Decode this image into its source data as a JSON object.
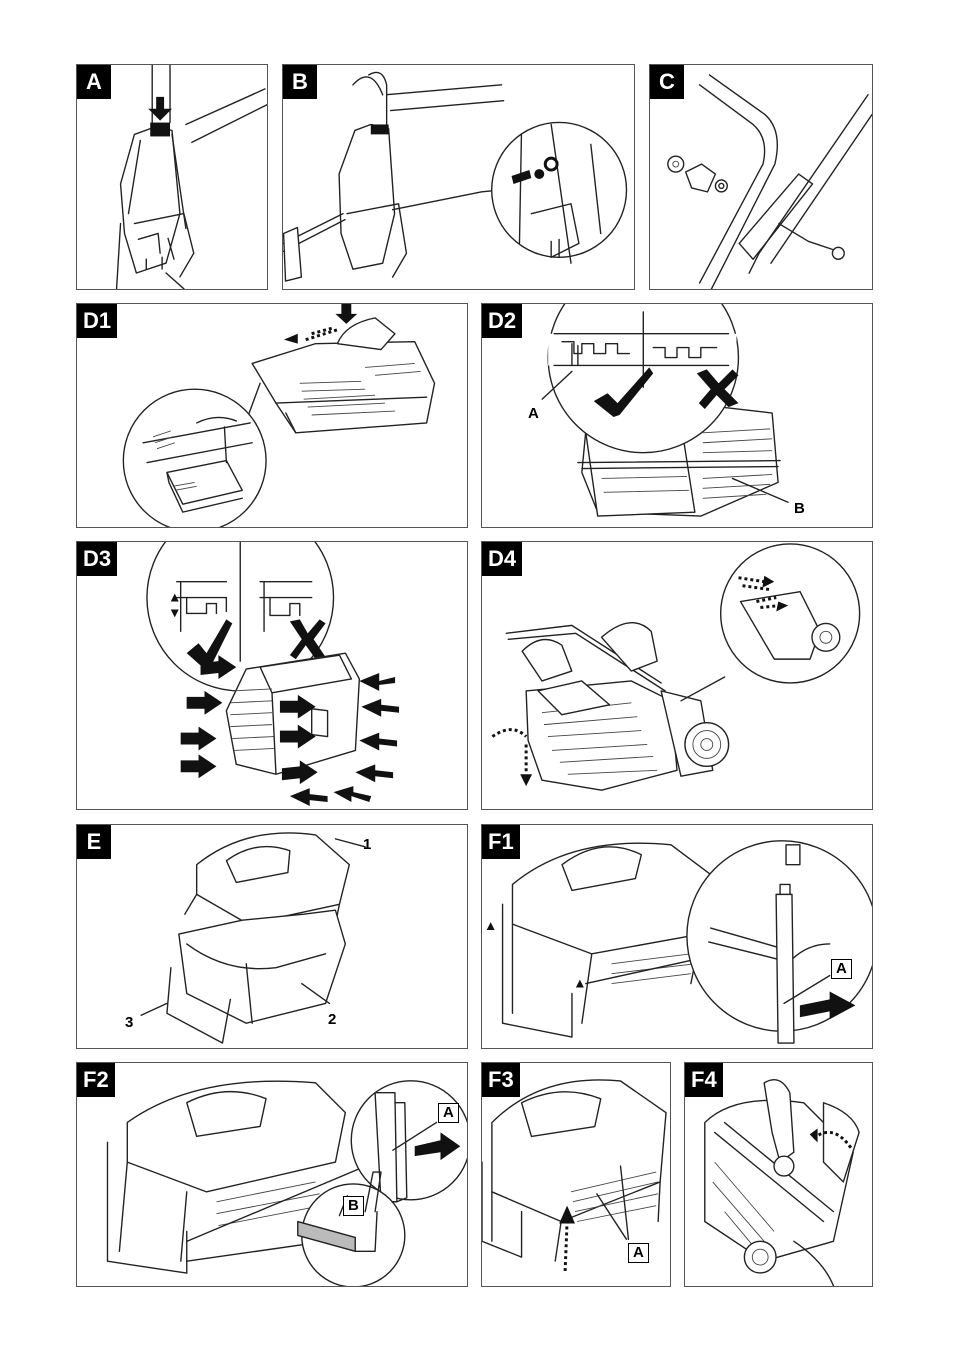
{
  "panels": {
    "A": {
      "tag": "A"
    },
    "B": {
      "tag": "B"
    },
    "C": {
      "tag": "C"
    },
    "D1": {
      "tag": "D1"
    },
    "D2": {
      "tag": "D2",
      "labels": {
        "a": "A",
        "b": "B"
      }
    },
    "D3": {
      "tag": "D3"
    },
    "D4": {
      "tag": "D4"
    },
    "E": {
      "tag": "E",
      "labels": {
        "one": "1",
        "two": "2",
        "three": "3"
      }
    },
    "F1": {
      "tag": "F1",
      "labels": {
        "a": "A"
      }
    },
    "F2": {
      "tag": "F2",
      "labels": {
        "a": "A",
        "b": "B"
      }
    },
    "F3": {
      "tag": "F3",
      "labels": {
        "a": "A"
      }
    },
    "F4": {
      "tag": "F4"
    }
  },
  "icons": {
    "check": "check-mark-icon",
    "cross": "cross-mark-icon",
    "arrow": "push-arrow-icon"
  }
}
